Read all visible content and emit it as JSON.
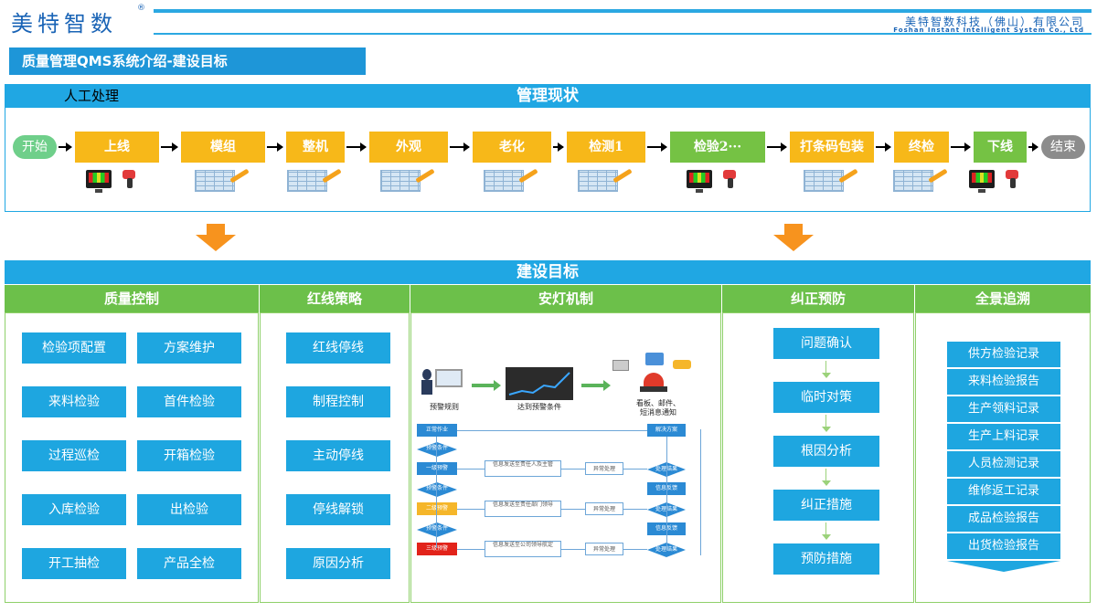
{
  "header": {
    "logo": "美特智数",
    "logo_mark": "®",
    "company_cn": "美特智数科技（佛山）有限公司",
    "company_en": "Foshan Instant Intelligent System Co., Ltd"
  },
  "section_title": "质量管理QMS系统介绍-建设目标",
  "current": {
    "title": "管理现状",
    "left_label": "人工处理",
    "start": "开始",
    "end": "结束",
    "steps": [
      {
        "label": "上线",
        "color": "yellow",
        "icon": "monitor-scanner"
      },
      {
        "label": "模组",
        "color": "yellow",
        "icon": "spreadsheet"
      },
      {
        "label": "整机",
        "color": "yellow",
        "icon": "spreadsheet"
      },
      {
        "label": "外观",
        "color": "yellow",
        "icon": "spreadsheet"
      },
      {
        "label": "老化",
        "color": "yellow",
        "icon": "spreadsheet"
      },
      {
        "label": "检测1",
        "color": "yellow",
        "icon": "spreadsheet"
      },
      {
        "label": "检验2···",
        "color": "green",
        "icon": "monitor-scanner"
      },
      {
        "label": "打条码包装",
        "color": "yellow",
        "icon": "spreadsheet"
      },
      {
        "label": "终检",
        "color": "yellow",
        "icon": "spreadsheet"
      },
      {
        "label": "下线",
        "color": "green",
        "icon": "monitor-scanner"
      }
    ]
  },
  "goals": {
    "title": "建设目标",
    "columns": {
      "quality": {
        "title": "质量控制",
        "items": [
          "检验项配置",
          "方案维护",
          "来料检验",
          "首件检验",
          "过程巡检",
          "开箱检验",
          "入库检验",
          "出检验",
          "开工抽检",
          "产品全检"
        ]
      },
      "redline": {
        "title": "红线策略",
        "items": [
          "红线停线",
          "制程控制",
          "主动停线",
          "停线解锁",
          "原因分析"
        ]
      },
      "andon": {
        "title": "安灯机制",
        "top_labels": [
          "预警规则",
          "达到预警条件",
          "看板、邮件、\n短消息通知"
        ],
        "flow_left": [
          "正常作业",
          "预警条件",
          "一级预警",
          "预警条件",
          "二级预警",
          "预警条件",
          "三级预警"
        ],
        "flow_mid": [
          "信息发送至责任人及主管",
          "信息发送至责任部门领导",
          "信息发送至公司领导航定"
        ],
        "flow_handle": [
          "异常处理",
          "异常处理",
          "异常处理"
        ],
        "flow_right": [
          "解决方案",
          "处理结果",
          "信息反馈",
          "处理结果",
          "信息反馈",
          "处理结果"
        ]
      },
      "corrective": {
        "title": "纠正预防",
        "items": [
          "问题确认",
          "临时对策",
          "根因分析",
          "纠正措施",
          "预防措施"
        ]
      },
      "trace": {
        "title": "全景追溯",
        "items": [
          "供方检验记录",
          "来料检验报告",
          "生产领料记录",
          "生产上料记录",
          "人员检测记录",
          "维修返工记录",
          "成品检验报告",
          "出货检验报告"
        ]
      }
    }
  },
  "colors": {
    "accent_blue": "#20a7e3",
    "step_yellow": "#f7b819",
    "step_green": "#75c244",
    "arrow_orange": "#f7931e",
    "column_green": "#6cc04a"
  }
}
